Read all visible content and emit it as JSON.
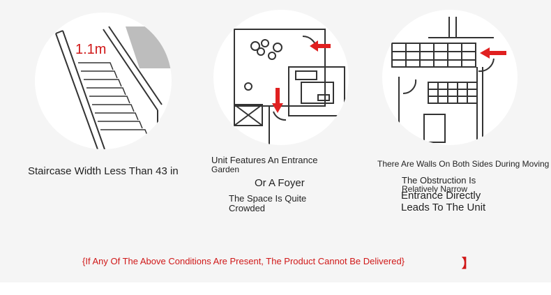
{
  "panels": [
    {
      "id": "staircase",
      "dimension_label": "1.1m",
      "caption": "Staircase Width Less Than 43 in",
      "icons": [
        "staircase-diagram"
      ]
    },
    {
      "id": "entrance",
      "caption_lines": [
        "Unit Features An Entrance",
        "Garden",
        "Or A Foyer",
        "The Space Is Quite",
        "Crowded"
      ],
      "icons": [
        "floorplan-diagram",
        "arrow-left-icon",
        "arrow-down-icon"
      ]
    },
    {
      "id": "walls",
      "caption_lines": [
        "There Are Walls On Both Sides During Moving",
        "The Obstruction Is",
        "Relatively Narrow",
        "Entrance Directly",
        "Leads To The Unit"
      ],
      "icons": [
        "corridor-diagram",
        "arrow-left-icon"
      ]
    }
  ],
  "notice": "{If Any Of The Above Conditions Are Present, The Product Cannot Be Delivered}",
  "notice_bracket": "】",
  "colors": {
    "accent_red": "#d01818",
    "line": "#333333",
    "panel_bg": "#f5f5f5"
  }
}
